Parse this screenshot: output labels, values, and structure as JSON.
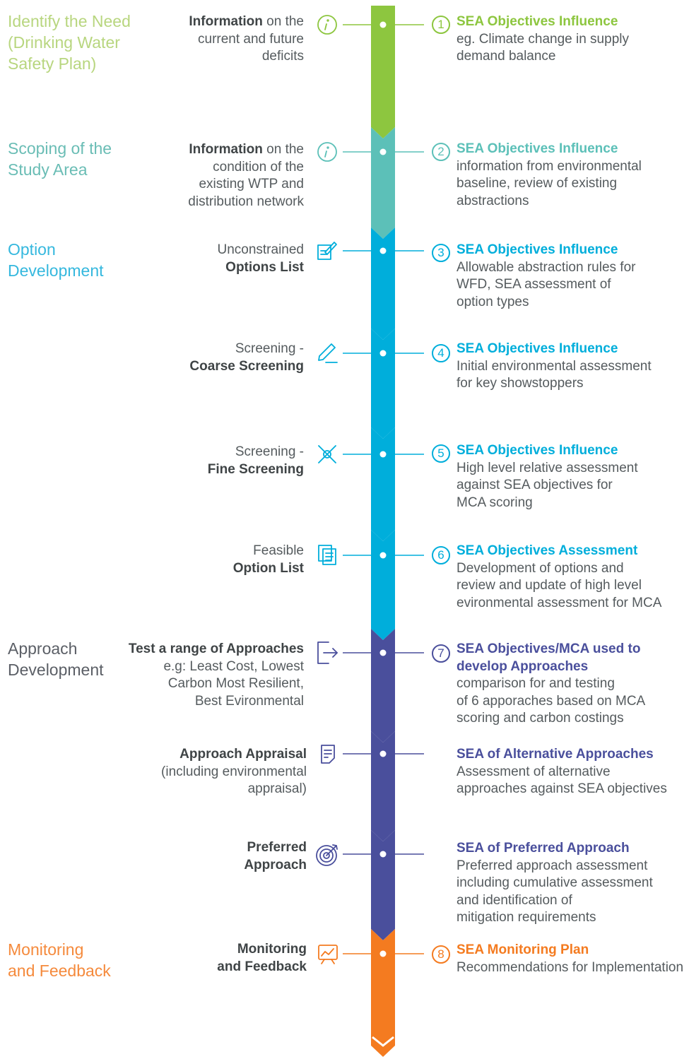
{
  "stages": [
    {
      "label": "Identify the Need\n(Drinking Water\nSafety Plan)",
      "color": "#a7c957"
    },
    {
      "label": "Scoping of the\nStudy Area",
      "color": "#6cb9b2"
    },
    {
      "label": "Option\nDevelopment",
      "color": "#3fb6d6"
    },
    {
      "label": "Approach\nDevelopment",
      "color": "#5a5e66"
    },
    {
      "label": "Monitoring\nand Feedback",
      "color": "#f08a38"
    }
  ],
  "steps": [
    {
      "line1_bold": "Information",
      "line1_rest": " on the",
      "rest": "current and future\ndeficits",
      "icon": "info-icon",
      "num": "1",
      "title": "SEA Objectives Influence",
      "desc": "eg. Climate change in supply\ndemand balance"
    },
    {
      "line1_bold": "Information",
      "line1_rest": " on the",
      "rest": "condition of the\nexisting WTP and\ndistribution network",
      "icon": "info-icon",
      "num": "2",
      "title": "SEA Objectives Influence",
      "desc": "information from environmental\nbaseline, review of existing\nabstractions"
    },
    {
      "plain": "Unconstrained",
      "bold": "Options List",
      "icon": "edit-list-icon",
      "num": "3",
      "title": "SEA Objectives Influence",
      "desc": "Allowable abstraction rules for\nWFD, SEA assessment of\noption types"
    },
    {
      "plain": "Screening -",
      "bold": "Coarse Screening",
      "icon": "pencil-icon",
      "num": "4",
      "title": "SEA Objectives Influence",
      "desc": "Initial environmental assessment\nfor key showstoppers"
    },
    {
      "plain": "Screening -",
      "bold": "Fine Screening",
      "icon": "filter-cross-icon",
      "num": "5",
      "title": "SEA Objectives Influence",
      "desc": "High level relative assessment\nagainst SEA objectives for\nMCA scoring"
    },
    {
      "plain": "Feasible",
      "bold": "Option List",
      "icon": "documents-icon",
      "num": "6",
      "title": "SEA Objectives Assessment",
      "desc": "Development of options and\nreview and update of high level\nevironmental assessment for MCA"
    },
    {
      "bold_first": "Test a range of Approaches",
      "rest": "e.g: Least Cost, Lowest\nCarbon Most Resilient,\nBest Evironmental",
      "icon": "export-icon",
      "num": "7",
      "title": "SEA Objectives/MCA used to\ndevelop Approaches",
      "desc": "comparison for and testing\nof 6 apporaches based on MCA\nscoring and carbon costings"
    },
    {
      "bold_first": "Approach Appraisal",
      "rest": "(including environmental\nappraisal)",
      "icon": "document-icon",
      "num": "",
      "title": "SEA of Alternative Approaches",
      "desc": "Assessment of alternative\napproaches against SEA objectives"
    },
    {
      "bold_first": "Preferred\nApproach",
      "rest": "",
      "icon": "target-icon",
      "num": "",
      "title": "SEA of Preferred Approach",
      "desc": "Preferred approach assessment\nincluding cumulative assessment\nand identification of\nmitigation requirements"
    },
    {
      "bold_first": "Monitoring\nand Feedback",
      "rest": "",
      "icon": "chart-board-icon",
      "num": "8",
      "title": "SEA Monitoring Plan",
      "desc": "Recommendations for Implementation"
    }
  ],
  "colors": {
    "green": "#8dc63f",
    "teal": "#5cc0b8",
    "blue": "#00aedb",
    "navy": "#4a4f9c",
    "orange": "#f47b20",
    "stage_green": "#b3d47a",
    "stage_teal": "#5fb8b0",
    "stage_blue": "#33b7dc",
    "stage_navy": "#5b5f68",
    "stage_orange": "#f58a3c"
  }
}
